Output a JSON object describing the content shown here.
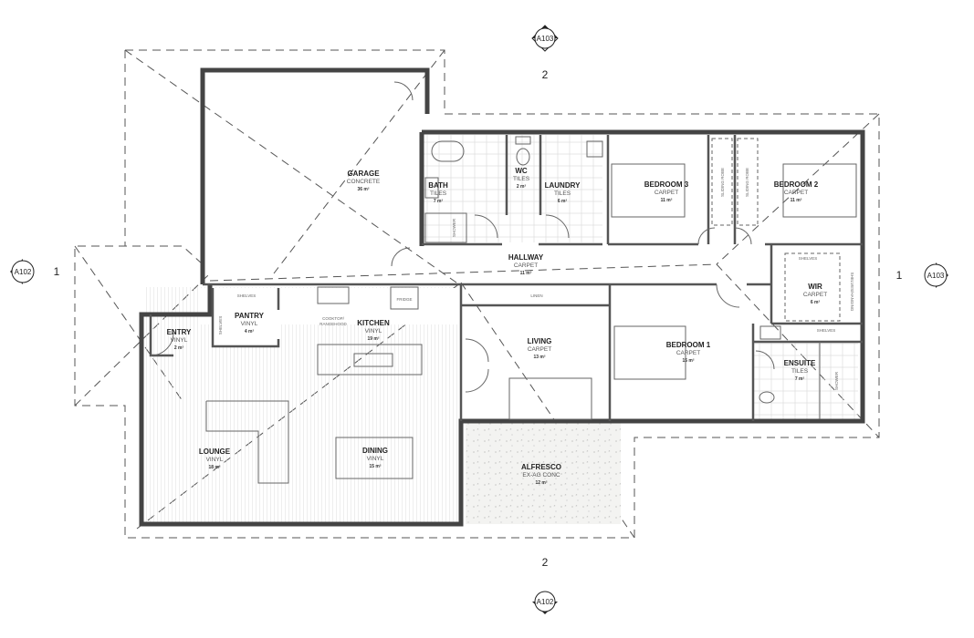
{
  "rooms": {
    "garage": {
      "name": "GARAGE",
      "floor": "CONCRETE",
      "area": "36 m²"
    },
    "bath": {
      "name": "BATH",
      "floor": "TILES",
      "area": "7 m²"
    },
    "wc": {
      "name": "WC",
      "floor": "TILES",
      "area": "2 m²"
    },
    "laundry": {
      "name": "LAUNDRY",
      "floor": "TILES",
      "area": "6 m²"
    },
    "bedroom3": {
      "name": "BEDROOM 3",
      "floor": "CARPET",
      "area": "11 m²"
    },
    "bedroom2": {
      "name": "BEDROOM 2",
      "floor": "CARPET",
      "area": "11 m²"
    },
    "hallway": {
      "name": "HALLWAY",
      "floor": "CARPET",
      "area": "11 m²"
    },
    "wir": {
      "name": "WIR",
      "floor": "CARPET",
      "area": "6 m²"
    },
    "pantry": {
      "name": "PANTRY",
      "floor": "VINYL",
      "area": "4 m²"
    },
    "kitchen": {
      "name": "KITCHEN",
      "floor": "VINYL",
      "area": "19 m²"
    },
    "entry": {
      "name": "ENTRY",
      "floor": "VINYL",
      "area": "2 m²"
    },
    "living": {
      "name": "LIVING",
      "floor": "CARPET",
      "area": "13 m²"
    },
    "bedroom1": {
      "name": "BEDROOM 1",
      "floor": "CARPET",
      "area": "15 m²"
    },
    "ensuite": {
      "name": "ENSUITE",
      "floor": "TILES",
      "area": "7 m²"
    },
    "lounge": {
      "name": "LOUNGE",
      "floor": "VINYL",
      "area": "18 m²"
    },
    "dining": {
      "name": "DINING",
      "floor": "VINYL",
      "area": "15 m²"
    },
    "alfresco": {
      "name": "ALFRESCO",
      "floor": "EX-AG CONC",
      "area": "12 m²"
    }
  },
  "annotations": {
    "pantry_shelves": "SHELVES",
    "pantry_shelves_side": "SHELVES",
    "cooktop_1": "COOKTOP/",
    "cooktop_2": "RANGEHOOD",
    "fridge": "FRIDGE",
    "linen": "LINEN",
    "bath_shower": "SHOWER",
    "robe_1": "SLIDING ROBE",
    "robe_2": "SLIDING ROBE",
    "wir_shelves": "SHELVES",
    "wir_hanging": "SHELVES/HANGING",
    "ensuite_shelves": "SHELVES",
    "ensuite_shower": "SHOWER"
  },
  "section_markers": {
    "top": {
      "ref": "A103",
      "num": "2"
    },
    "left": {
      "ref": "A102",
      "num": "1"
    },
    "right": {
      "ref": "A103",
      "num": "1"
    },
    "bottom": {
      "ref": "A102",
      "num": "2"
    }
  },
  "colors": {
    "wall": "#444444",
    "alfresco_fill": "#f1f1ef",
    "tile_grid": "#d8d8d8"
  }
}
